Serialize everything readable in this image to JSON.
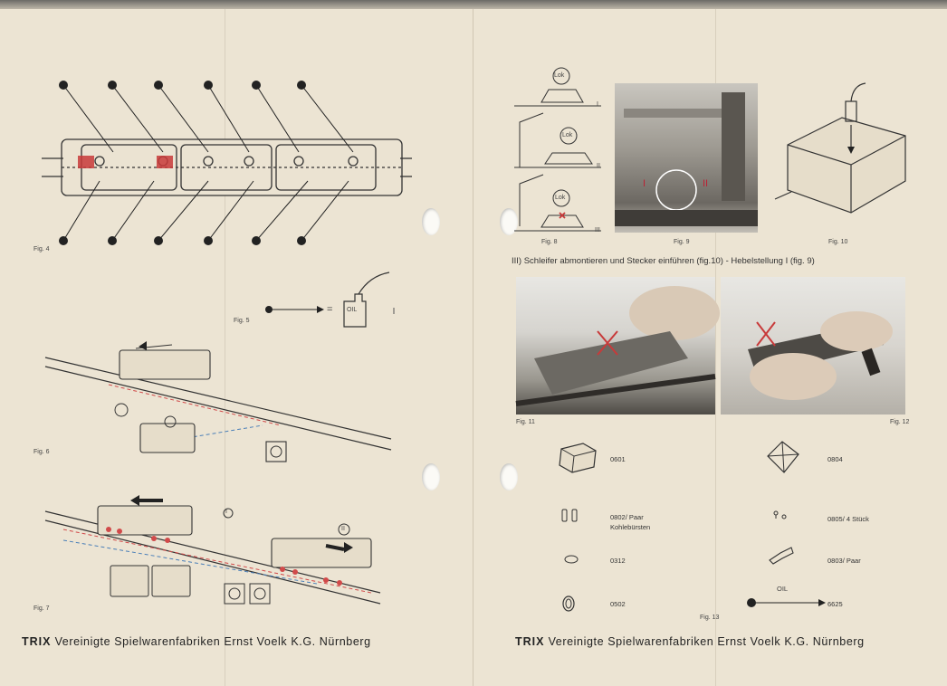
{
  "left_page": {
    "figures": {
      "fig4": "Fig. 4",
      "fig5": "Fig. 5",
      "fig6": "Fig. 6",
      "fig7": "Fig. 7"
    },
    "oil_label": "OIL",
    "equals_sign": "=",
    "position_marks": {
      "one": "I",
      "two": "II"
    },
    "footer": {
      "brand": "TRIX",
      "text": "Vereinigte Spielwarenfabriken Ernst Voelk K.G. Nürnberg"
    }
  },
  "right_page": {
    "figures": {
      "fig8": "Fig. 8",
      "fig9": "Fig. 9",
      "fig10": "Fig. 10",
      "fig11": "Fig. 11",
      "fig12": "Fig. 12",
      "fig13": "Fig. 13"
    },
    "lok_label": "Lok",
    "roman_labels": [
      "I",
      "II",
      "III"
    ],
    "fig9_marks": {
      "left": "I",
      "right": "II"
    },
    "instruction": "III) Schleifer abmontieren und Stecker einführen (fig.10) - Hebelstellung I (fig. 9)",
    "parts_left": [
      {
        "code": "0601",
        "desc": ""
      },
      {
        "code": "0802",
        "desc": "/ Paar",
        "desc2": "Kohlebürsten"
      },
      {
        "code": "0312",
        "desc": ""
      },
      {
        "code": "0502",
        "desc": ""
      }
    ],
    "parts_right": [
      {
        "code": "0804",
        "desc": ""
      },
      {
        "code": "0805",
        "desc": "/ 4 Stück"
      },
      {
        "code": "0803",
        "desc": "/ Paar"
      },
      {
        "code": "6625",
        "desc": ""
      }
    ],
    "oil_label": "OIL",
    "footer": {
      "brand": "TRIX",
      "text": "Vereinigte Spielwarenfabriken Ernst Voelk K.G. Nürnberg"
    }
  }
}
